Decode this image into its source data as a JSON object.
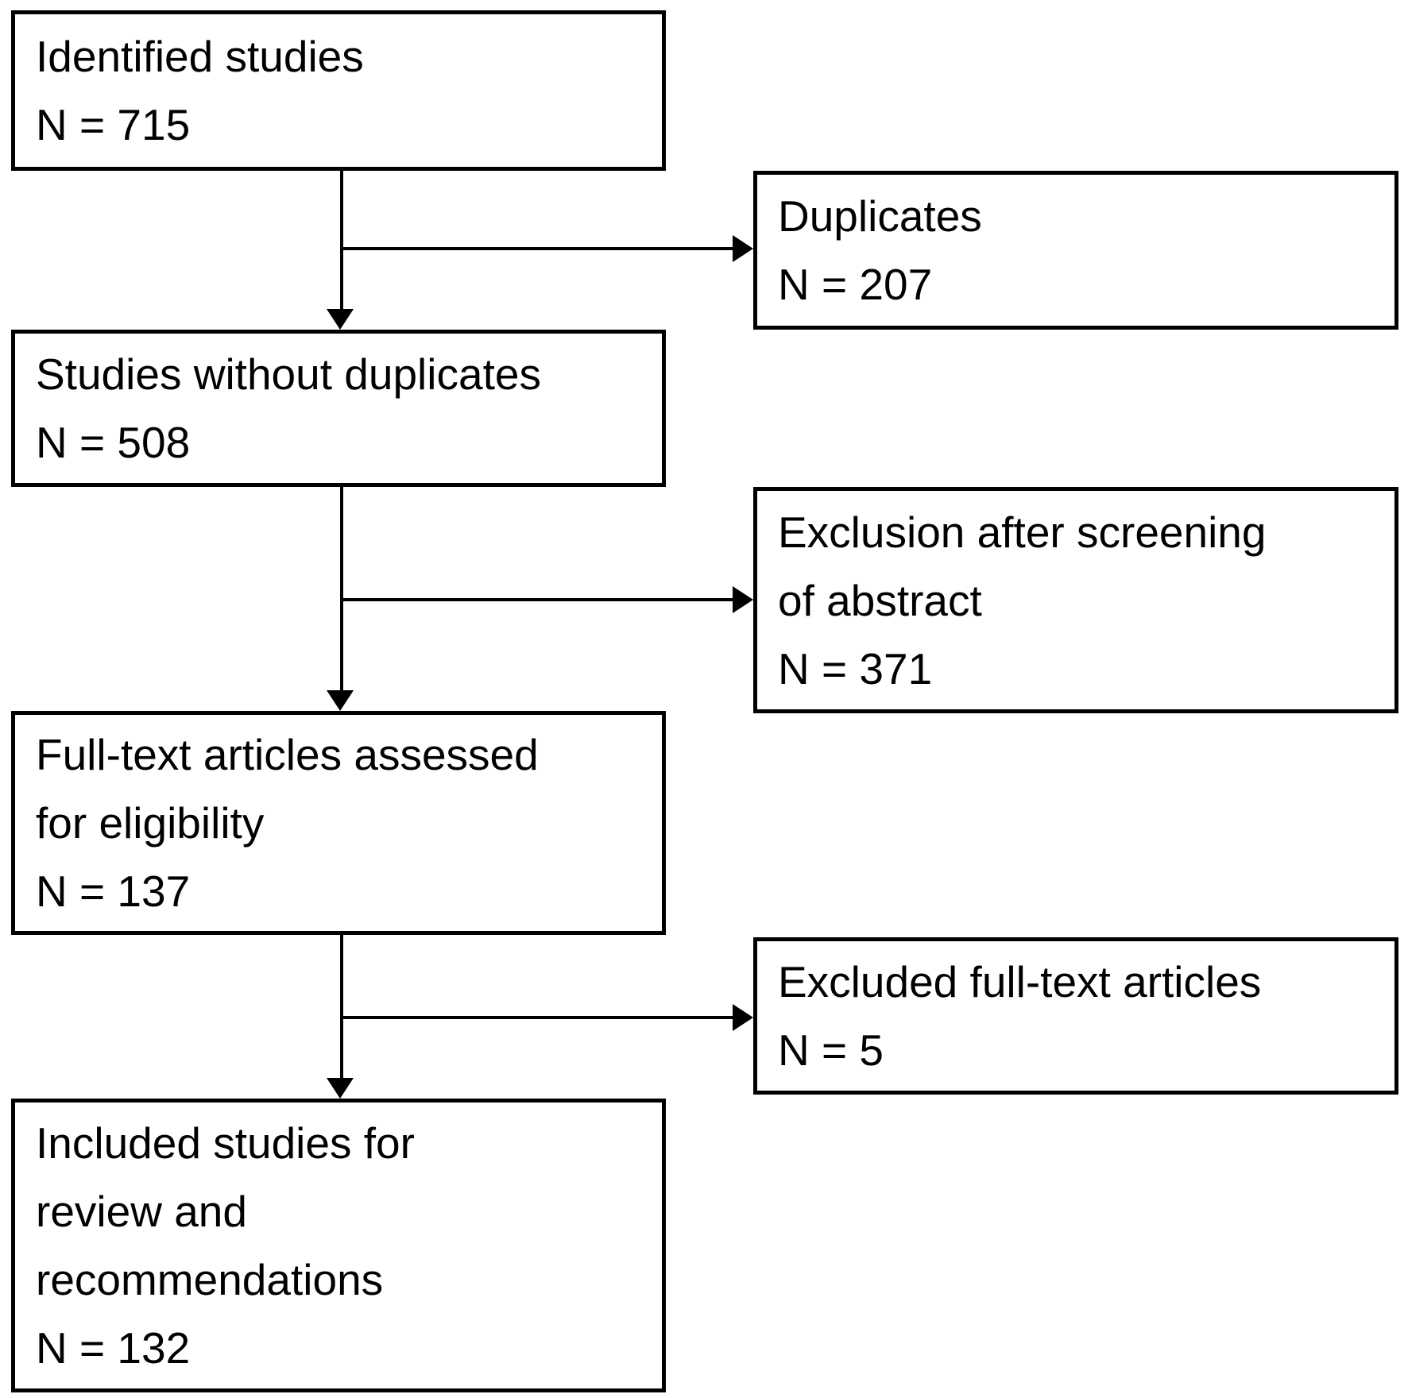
{
  "diagram": {
    "type": "flowchart",
    "background_color": "#ffffff",
    "line_color": "#000000",
    "text_color": "#000000",
    "nodes": {
      "identified": {
        "label": "Identified studies",
        "count": "N = 715",
        "lines": [
          "Identified studies",
          "N = 715"
        ]
      },
      "duplicates": {
        "label": "Duplicates",
        "count": "N = 207",
        "lines": [
          "Duplicates",
          "N = 207"
        ]
      },
      "deduped": {
        "label": "Studies without duplicates",
        "count": "N = 508",
        "lines": [
          "Studies without duplicates",
          "N = 508"
        ]
      },
      "abstract_exclusion": {
        "label": "Exclusion after screening of abstract",
        "count": "N = 371",
        "lines": [
          "Exclusion after screening",
          "of abstract",
          "N = 371"
        ]
      },
      "fulltext_assessed": {
        "label": "Full-text articles assessed for eligibility",
        "count": "N = 137",
        "lines": [
          "Full-text articles assessed",
          "for eligibility",
          "N = 137"
        ]
      },
      "fulltext_excluded": {
        "label": "Excluded full-text articles",
        "count": "N = 5",
        "lines": [
          "Excluded full-text articles",
          "N = 5"
        ]
      },
      "included": {
        "label": "Included studies for review and recommendations",
        "count": "N = 132",
        "lines": [
          "Included studies for",
          "review and",
          "recommendations",
          "N = 132"
        ]
      }
    },
    "edges": [
      {
        "from": "identified",
        "to": "deduped",
        "type": "vertical-arrow"
      },
      {
        "from": "identified",
        "to": "duplicates",
        "type": "branch-arrow"
      },
      {
        "from": "deduped",
        "to": "fulltext_assessed",
        "type": "vertical-arrow"
      },
      {
        "from": "deduped",
        "to": "abstract_exclusion",
        "type": "branch-arrow"
      },
      {
        "from": "fulltext_assessed",
        "to": "included",
        "type": "vertical-arrow"
      },
      {
        "from": "fulltext_assessed",
        "to": "fulltext_excluded",
        "type": "branch-arrow"
      }
    ]
  }
}
